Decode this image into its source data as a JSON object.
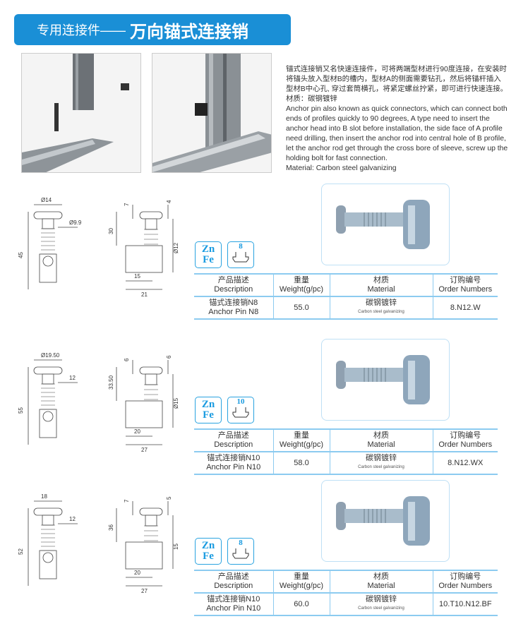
{
  "header": {
    "category": "专用连接件——",
    "title": "万向锚式连接销"
  },
  "intro": {
    "cn_text": "锚式连接销又名快速连接件，可将两端型材进行90度连接，在安装时将锚头放入型材B的槽内，型材A的侧面需要钻孔，然后将锚杆插入型材B中心孔, 穿过套筒横孔，将紧定螺丝拧紧，即可进行快速连接。",
    "cn_material": "材质：碳钢镀锌",
    "en_text": "Anchor pin also known as quick connectors, which can connect both ends of profiles quickly to 90 degrees, A type need to insert the anchor head into B slot before installation, the side face of A profile need drilling, then insert the anchor rod into central hole of B profile, let the anchor rod get through the cross bore of sleeve, screw up the holding bolt for fast connection.",
    "en_material": "Material: Carbon steel galvanizing"
  },
  "table_headers": {
    "desc_cn": "产品描述",
    "desc_en": "Description",
    "weight_cn": "重量",
    "weight_en": "Weight(g/pc)",
    "mat_cn": "材质",
    "mat_en": "Material",
    "order_cn": "订购编号",
    "order_en": "Order Numbers"
  },
  "badge_zn": "Zn",
  "badge_fe": "Fe",
  "products": [
    {
      "slot": "8",
      "name_cn": "锚式连接销N8",
      "name_en": "Anchor Pin N8",
      "weight": "55.0",
      "mat_cn": "碳钢镀锌",
      "mat_en": "Carbon steel galvanizing",
      "order": "8.N12.W",
      "dims": {
        "a": "Ø14",
        "b": "Ø9.9",
        "h": "45",
        "c": "7",
        "d": "4",
        "e": "30",
        "f": "Ø12",
        "g": "15",
        "w": "21"
      }
    },
    {
      "slot": "10",
      "name_cn": "锚式连接销N10",
      "name_en": "Anchor Pin N10",
      "weight": "58.0",
      "mat_cn": "碳钢镀锌",
      "mat_en": "Carbon steel galvanizing",
      "order": "8.N12.WX",
      "dims": {
        "a": "Ø19.50",
        "b": "12",
        "h": "55",
        "c": "6",
        "d": "6",
        "e": "33.50",
        "f": "Ø15",
        "g": "20",
        "w": "27"
      }
    },
    {
      "slot": "8",
      "name_cn": "锚式连接销N10",
      "name_en": "Anchor Pin N10",
      "weight": "60.0",
      "mat_cn": "碳钢镀锌",
      "mat_en": "Carbon steel galvanizing",
      "order": "10.T10.N12.BF",
      "dims": {
        "a": "18",
        "b": "12",
        "h": "52",
        "c": "7",
        "d": "5",
        "e": "36",
        "f": "15",
        "g": "20",
        "w": "27"
      }
    }
  ]
}
